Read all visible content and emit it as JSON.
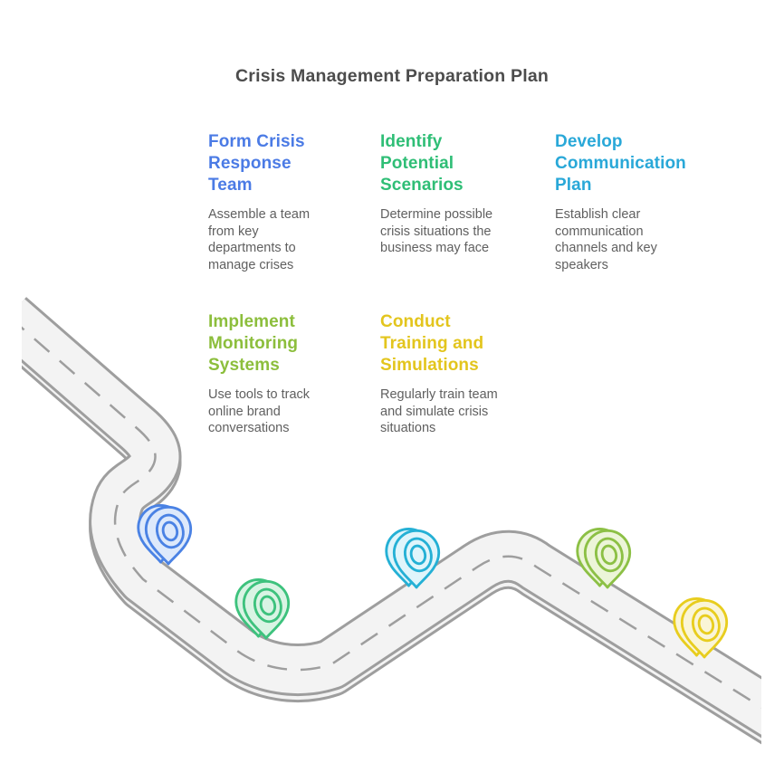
{
  "title": "Crisis Management Preparation Plan",
  "steps": [
    {
      "title": "Form Crisis Response Team",
      "description": "Assemble a team from key departments to manage crises",
      "color": "#4b7be5",
      "pin_stroke": "#4a82e4",
      "pin_fill": "#dde9fb"
    },
    {
      "title": "Identify Potential Scenarios",
      "description": "Determine possible crisis situations the business may face",
      "color": "#2fbe76",
      "pin_stroke": "#3dc27d",
      "pin_fill": "#d9f4e4"
    },
    {
      "title": "Develop Communication Plan",
      "description": "Establish clear communication channels and key speakers",
      "color": "#29a8d8",
      "pin_stroke": "#24b0d5",
      "pin_fill": "#dff5fb"
    },
    {
      "title": "Implement Monitoring Systems",
      "description": "Use tools to track online brand conversations",
      "color": "#8cbe3c",
      "pin_stroke": "#8cc045",
      "pin_fill": "#ecf5d8"
    },
    {
      "title": "Conduct Training and Simulations",
      "description": "Regularly train team and simulate crisis situations",
      "color": "#e3c51d",
      "pin_stroke": "#e8cd1e",
      "pin_fill": "#faf5d7"
    }
  ],
  "road": {
    "surface_color": "#f3f3f3",
    "edge_color": "#9e9e9e",
    "dash_color": "#9e9e9e"
  }
}
